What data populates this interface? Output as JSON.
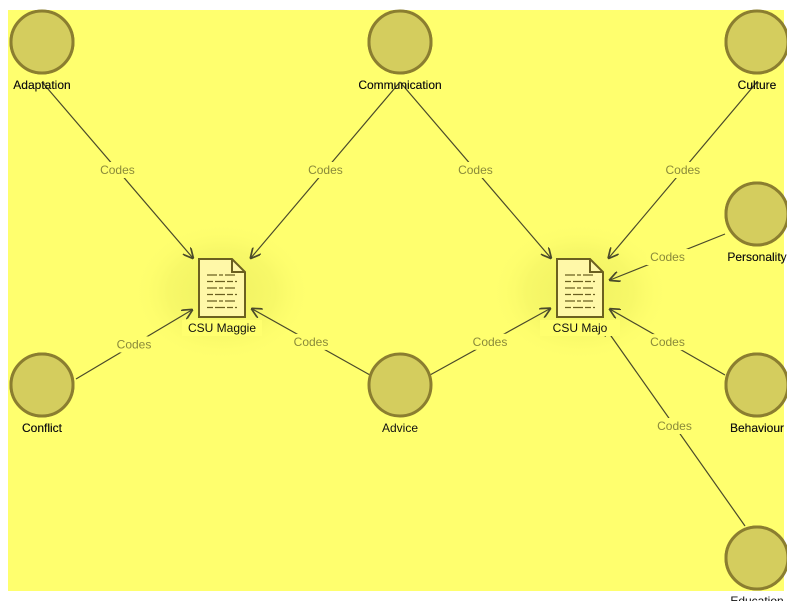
{
  "colors": {
    "background": "#ffff6e",
    "node_fill": "#d4cd5e",
    "node_stroke": "#8b7e30",
    "edge": "#4a4a2a",
    "edge_label": "#8a8a3a",
    "doc_fill": "#fff8a8",
    "doc_stroke": "#6b6020"
  },
  "edge_label_text": "Codes",
  "nodes": [
    {
      "id": "adaptation",
      "label": "Adaptation",
      "icon": "code-node-circle"
    },
    {
      "id": "communication",
      "label": "Communication",
      "icon": "code-node-circle"
    },
    {
      "id": "culture",
      "label": "Culture",
      "icon": "code-node-circle"
    },
    {
      "id": "personality",
      "label": "Personality",
      "icon": "code-node-circle"
    },
    {
      "id": "conflict",
      "label": "Conflict",
      "icon": "code-node-circle"
    },
    {
      "id": "advice",
      "label": "Advice",
      "icon": "code-node-circle"
    },
    {
      "id": "behaviour",
      "label": "Behaviour",
      "icon": "code-node-circle"
    },
    {
      "id": "education",
      "label": "Education",
      "icon": "code-node-circle"
    }
  ],
  "documents": [
    {
      "id": "csu-maggie",
      "label": "CSU Maggie",
      "icon": "document-icon"
    },
    {
      "id": "csu-majo",
      "label": "CSU Majo",
      "icon": "document-icon"
    }
  ],
  "edges": [
    {
      "from": "adaptation",
      "to": "csu-maggie",
      "label": "Codes"
    },
    {
      "from": "communication",
      "to": "csu-maggie",
      "label": "Codes"
    },
    {
      "from": "conflict",
      "to": "csu-maggie",
      "label": "Codes"
    },
    {
      "from": "advice",
      "to": "csu-maggie",
      "label": "Codes"
    },
    {
      "from": "communication",
      "to": "csu-majo",
      "label": "Codes"
    },
    {
      "from": "culture",
      "to": "csu-majo",
      "label": "Codes"
    },
    {
      "from": "personality",
      "to": "csu-majo",
      "label": "Codes"
    },
    {
      "from": "advice",
      "to": "csu-majo",
      "label": "Codes"
    },
    {
      "from": "behaviour",
      "to": "csu-majo",
      "label": "Codes"
    },
    {
      "from": "education",
      "to": "csu-majo",
      "label": "Codes"
    }
  ]
}
